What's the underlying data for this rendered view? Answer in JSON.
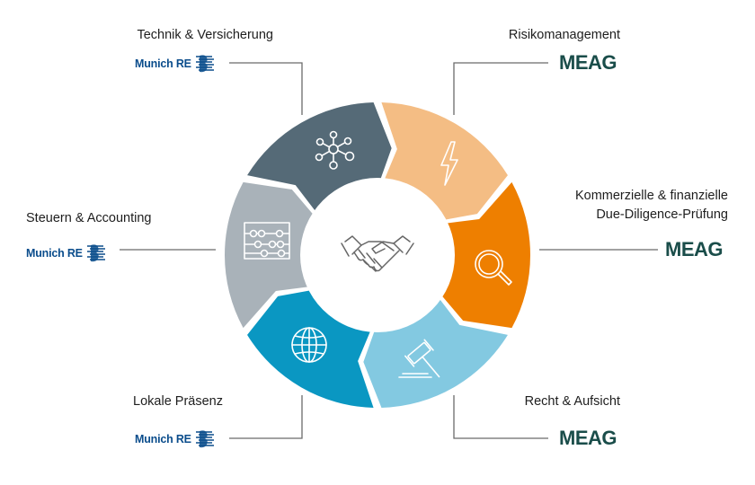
{
  "colors": {
    "technik": "#556a77",
    "risiko": "#f4bd84",
    "kommerz": "#ee7f00",
    "recht": "#83c9e1",
    "lokal": "#0a97c2",
    "steuern": "#a9b2b9",
    "line": "#6b6b6b",
    "munich_re_blue": "#0b4d8c",
    "meag_teal": "#1a4d4a"
  },
  "center_icon": "handshake-icon",
  "segments": [
    {
      "key": "technik",
      "label": "Technik & Versicherung",
      "icon": "network-icon",
      "logo": "Munich RE"
    },
    {
      "key": "risiko",
      "label": "Risikomanagement",
      "icon": "lightning-icon",
      "logo": "MEAG"
    },
    {
      "key": "kommerz",
      "label_line1": "Kommerzielle & finanzielle",
      "label_line2": "Due-Diligence-Prüfung",
      "icon": "magnifier-icon",
      "logo": "MEAG"
    },
    {
      "key": "recht",
      "label": "Recht & Aufsicht",
      "icon": "gavel-icon",
      "logo": "MEAG"
    },
    {
      "key": "lokal",
      "label": "Lokale Präsenz",
      "icon": "globe-icon",
      "logo": "Munich RE"
    },
    {
      "key": "steuern",
      "label": "Steuern & Accounting",
      "icon": "abacus-icon",
      "logo": "Munich RE"
    }
  ],
  "logos": {
    "munich_re": "Munich RE",
    "meag": "MEAG"
  }
}
